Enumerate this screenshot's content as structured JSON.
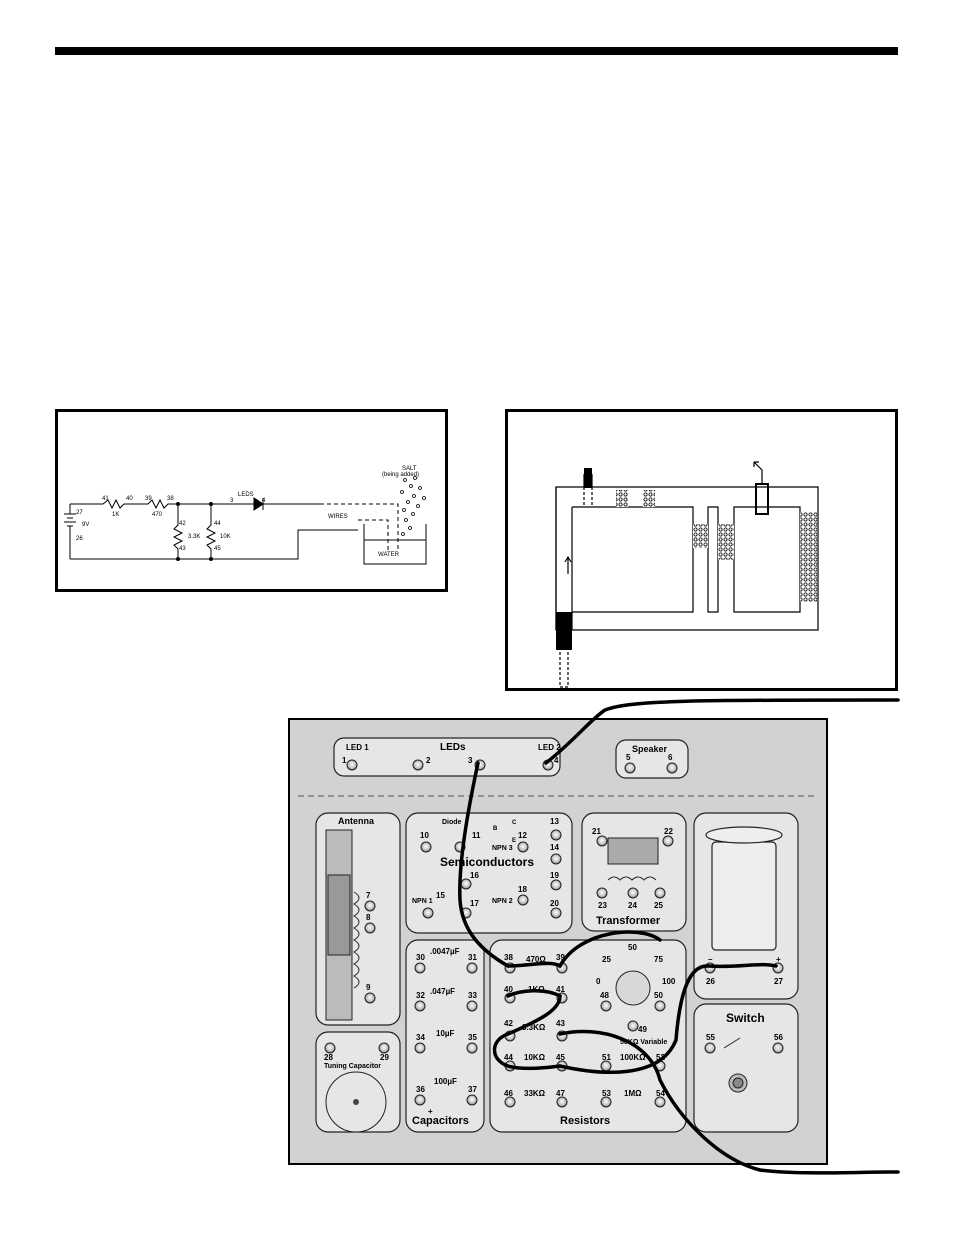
{
  "schematic": {
    "labels": {
      "n41": "41",
      "n40": "40",
      "n39": "39",
      "n38": "38",
      "r1k": "1K",
      "r470": "470",
      "n27": "27",
      "v9": "9V",
      "n26": "26",
      "n42": "42",
      "n43": "43",
      "r33k": "3.3K",
      "n44": "44",
      "n45": "45",
      "r10k": "10K",
      "n3": "3",
      "leds": "LEDS",
      "n4": "4",
      "salt": "SALT",
      "being_added": "(being added)",
      "wires": "WIRES",
      "water": "WATER"
    }
  },
  "board": {
    "leds_section": {
      "led1": "LED 1",
      "title": "LEDs",
      "led2": "LED 2",
      "n1": "1",
      "n2": "2",
      "n3": "3",
      "n4": "4"
    },
    "speaker": {
      "title": "Speaker",
      "n5": "5",
      "n6": "6"
    },
    "antenna": {
      "title": "Antenna",
      "n7": "7",
      "n8": "8",
      "n9": "9"
    },
    "semiconductors": {
      "title": "Semiconductors",
      "diode": "Diode",
      "n10": "10",
      "n11": "11",
      "n12": "12",
      "n13": "13",
      "n14": "14",
      "n15": "15",
      "n16": "16",
      "n17": "17",
      "n18": "18",
      "n19": "19",
      "n20": "20",
      "npn1": "NPN 1",
      "npn2": "NPN 2",
      "npn3": "NPN 3",
      "b": "B",
      "c": "C",
      "e": "E"
    },
    "transformer": {
      "title": "Transformer",
      "n21": "21",
      "n22": "22",
      "n23": "23",
      "n24": "24",
      "n25": "25"
    },
    "battery": {
      "minus": "–",
      "plus": "+",
      "n26": "26",
      "n27": "27"
    },
    "tuning": {
      "title": "Tuning Capacitor",
      "n28": "28",
      "n29": "29"
    },
    "capacitors": {
      "title": "Capacitors",
      "c1": ".0047µF",
      "c2": ".047µF",
      "c3": "10µF",
      "c4": "100µF",
      "n30": "30",
      "n31": "31",
      "n32": "32",
      "n33": "33",
      "n34": "34",
      "n35": "35",
      "n36": "36",
      "n37": "37",
      "plus": "+"
    },
    "resistors": {
      "title": "Resistors",
      "r470": "470Ω",
      "r1k": "1KΩ",
      "r33k": "3.3KΩ",
      "r10k": "10KΩ",
      "r33kb": "33KΩ",
      "n38": "38",
      "n39": "39",
      "n40": "40",
      "n41": "41",
      "n42": "42",
      "n43": "43",
      "n44": "44",
      "n45": "45",
      "n46": "46",
      "n47": "47"
    },
    "variable": {
      "title": "50KΩ Variable",
      "s0": "0",
      "s25": "25",
      "s50": "50",
      "s75": "75",
      "s100": "100",
      "n48": "48",
      "n49": "49",
      "n50": "50"
    },
    "more_resistors": {
      "r100k": "100KΩ",
      "r1m": "1MΩ",
      "n51": "51",
      "n52": "52",
      "n53": "53",
      "n54": "54"
    },
    "switch": {
      "title": "Switch",
      "n55": "55",
      "n56": "56"
    }
  }
}
